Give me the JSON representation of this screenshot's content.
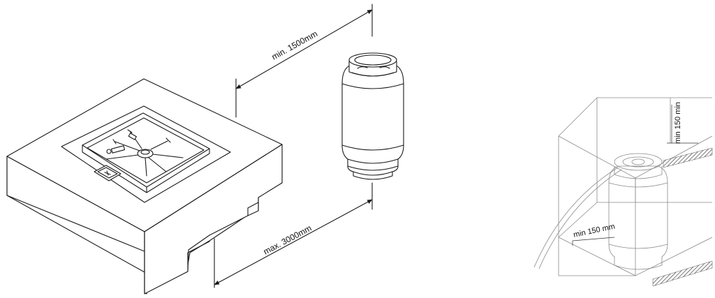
{
  "labels": {
    "min_distance": "min. 1500mm",
    "max_distance": "max. 3000mm",
    "vent_side_top": "min 150 min",
    "vent_side_bottom": "min 150 mm"
  },
  "colors": {
    "line": "#1a1a1a",
    "ghost": "#8a8a8a",
    "hatch": "#555555",
    "background": "#ffffff"
  },
  "icons": [
    "fire-pit-icon",
    "gas-cylinder-icon",
    "ventilated-enclosure-icon"
  ]
}
